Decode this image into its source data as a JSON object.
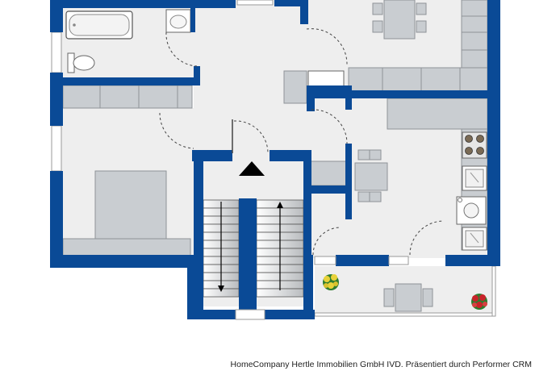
{
  "credit": "HomeCompany Hertle Immobilien GmbH IVD. Präsentiert durch Performer CRM",
  "colors": {
    "wall": "#0a4a96",
    "floor": "#eeeeee",
    "furniture": "#c9cdd1",
    "furniture_edge": "#8e9398",
    "white": "#ffffff",
    "background": "#ffffff",
    "text": "#222222"
  },
  "rooms": [
    {
      "id": "bathroom",
      "fixtures": [
        "bathtub-icon",
        "washbasin-icon",
        "toilet-icon"
      ]
    },
    {
      "id": "hallway",
      "fixtures": [
        "entrance-arrow-icon"
      ]
    },
    {
      "id": "bedroom",
      "fixtures": [
        "double-bed-icon",
        "wardrobe-icon"
      ]
    },
    {
      "id": "kitchen",
      "fixtures": [
        "stove-icon",
        "sink-icon",
        "counter-icon"
      ]
    },
    {
      "id": "dining",
      "fixtures": [
        "dining-table-icon"
      ]
    },
    {
      "id": "balcony",
      "fixtures": [
        "plant-icon",
        "table-icon"
      ]
    },
    {
      "id": "staircase",
      "fixtures": [
        "stair-arrow-icon"
      ]
    }
  ]
}
